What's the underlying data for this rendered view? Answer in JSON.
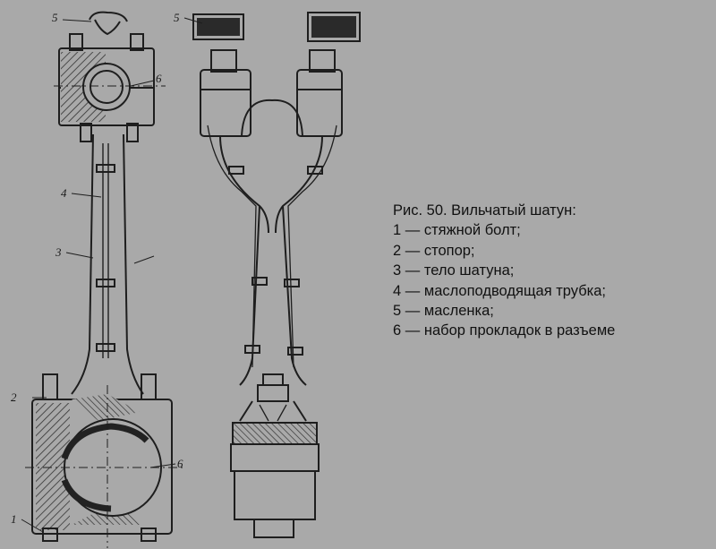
{
  "figure": {
    "caption_title": "Рис. 50. Вильчатый шатун:",
    "legend": [
      "1 — стяжной болт;",
      "2 — стопор;",
      "3 — тело шатуна;",
      "4 — маслоподводящая трубка;",
      "5 — масленка;",
      "6 — набор прокладок в разъеме"
    ],
    "callouts": {
      "n1": "1",
      "n2": "2",
      "n3": "3",
      "n4": "4",
      "n5_left": "5",
      "n5_right": "5",
      "n6_top": "6",
      "n6_bottom": "6"
    },
    "colors": {
      "background": "#a9a9a9",
      "ink": "#1e1e1e",
      "hatch": "#3a3a3a"
    }
  }
}
